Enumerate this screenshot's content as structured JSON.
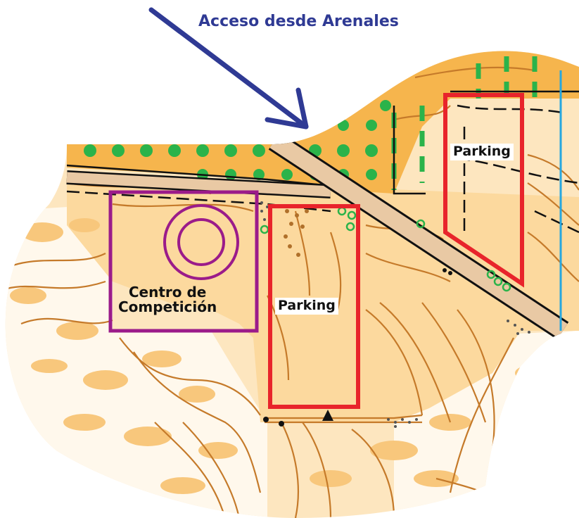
{
  "map": {
    "access_label": "Acceso desde Arenales",
    "parking_labels": [
      "Parking",
      "Parking"
    ],
    "competition_center_label": [
      "Centro de",
      "Competición"
    ],
    "colors": {
      "open_land": "#fbd79a",
      "rough_open": "#f6b54d",
      "vegetation_green": "#2bb34a",
      "contour": "#c57a2a",
      "road_fill": "#e9c9a4",
      "parking_border": "#e8242b",
      "center_border": "#9b1b8a",
      "arrow": "#2f3a94",
      "stream": "#27a7df"
    }
  }
}
